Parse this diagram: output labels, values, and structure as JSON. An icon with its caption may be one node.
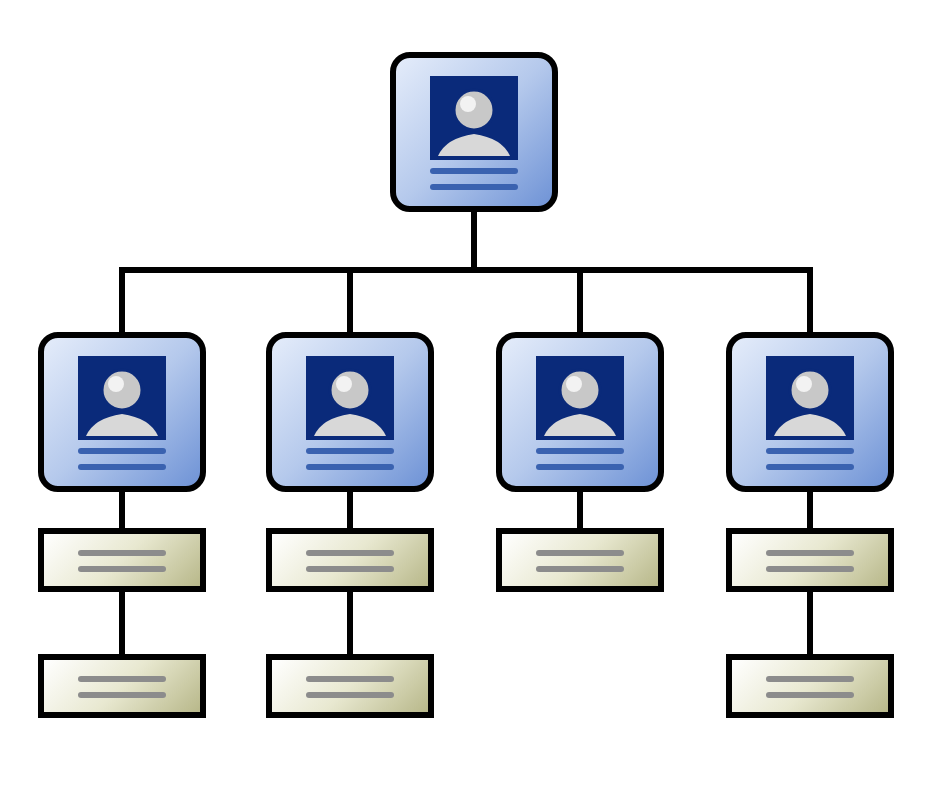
{
  "diagram": {
    "nodes": [
      {
        "text": [],
        "shape": "person"
      },
      {
        "text": [],
        "shape": "person"
      },
      {
        "text": [],
        "shape": "person"
      },
      {
        "text": [],
        "shape": "person"
      },
      {
        "text": [],
        "shape": "person"
      },
      {
        "text": [],
        "shape": "box"
      },
      {
        "text": [],
        "shape": "box"
      },
      {
        "text": [],
        "shape": "box"
      },
      {
        "text": [],
        "shape": "box"
      },
      {
        "text": [],
        "shape": "box"
      },
      {
        "text": [],
        "shape": "box"
      },
      {
        "text": [],
        "shape": "box"
      }
    ],
    "edges": [
      {
        "from": 0,
        "to": 1,
        "arrow": "none"
      },
      {
        "from": 0,
        "to": 2,
        "arrow": "none"
      },
      {
        "from": 0,
        "to": 3,
        "arrow": "none"
      },
      {
        "from": 0,
        "to": 4,
        "arrow": "none"
      },
      {
        "from": 1,
        "to": 5,
        "arrow": "none"
      },
      {
        "from": 2,
        "to": 6,
        "arrow": "none"
      },
      {
        "from": 3,
        "to": 7,
        "arrow": "none"
      },
      {
        "from": 4,
        "to": 8,
        "arrow": "none"
      },
      {
        "from": 5,
        "to": 9,
        "arrow": "none"
      },
      {
        "from": 6,
        "to": 10,
        "arrow": "none"
      },
      {
        "from": 8,
        "to": 11,
        "arrow": "none"
      }
    ]
  }
}
